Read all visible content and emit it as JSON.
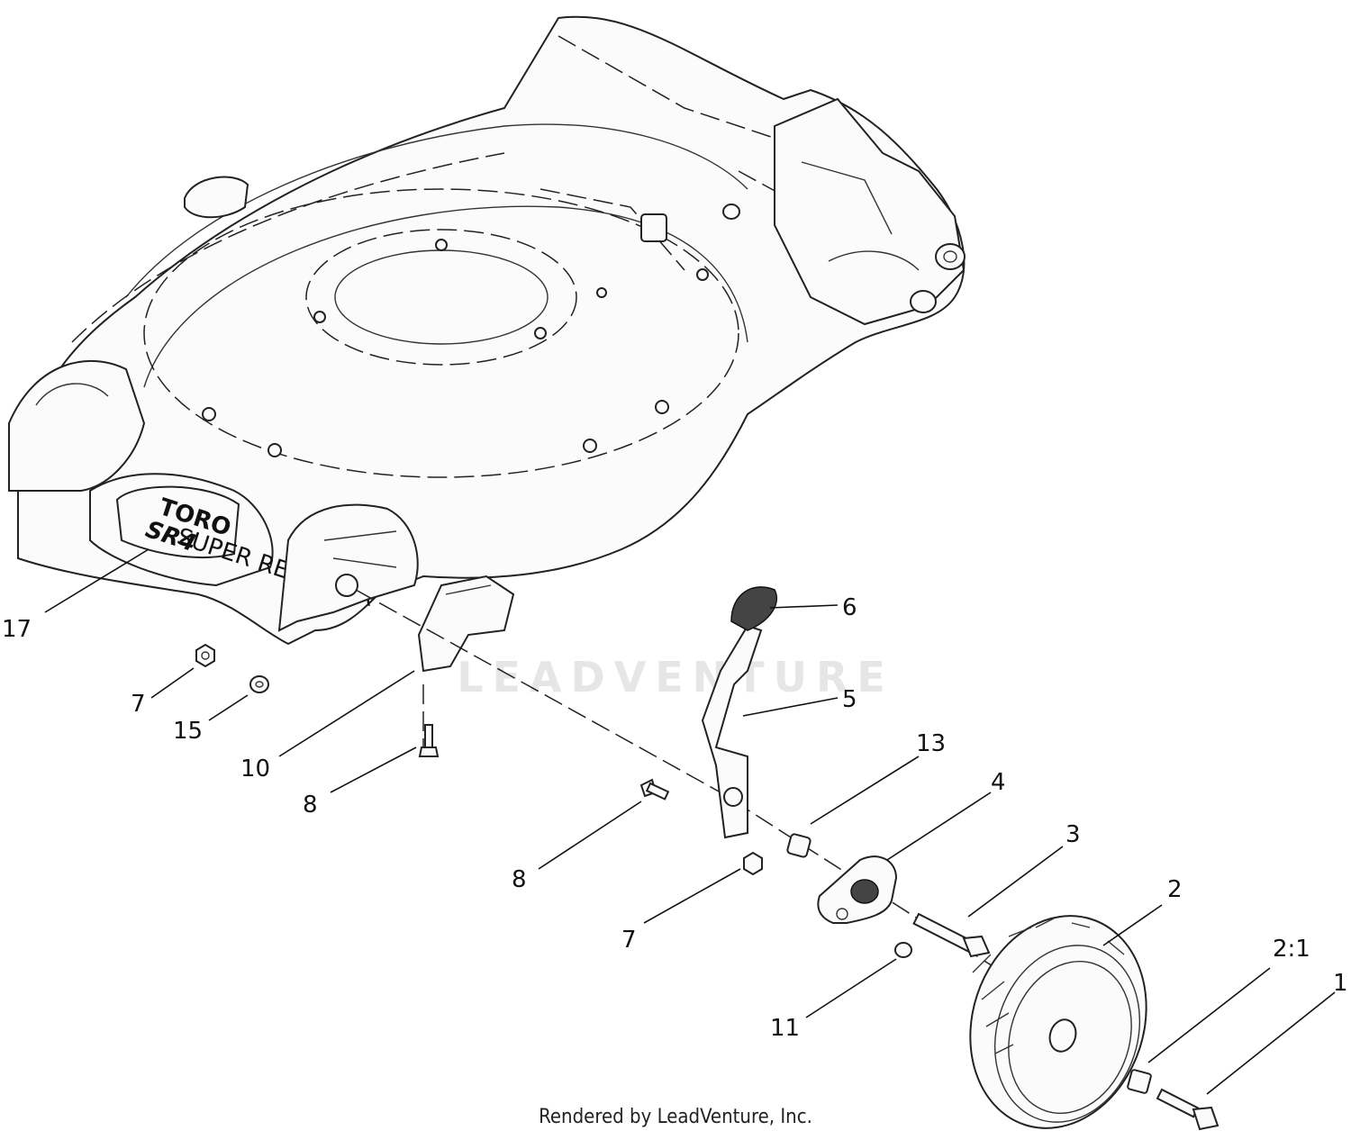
{
  "watermark": "LEADVENTURE",
  "credit": "Rendered by LeadVenture, Inc.",
  "deck_markings": {
    "brand": "TORO",
    "model": "SR4",
    "model_sub": "SUPER RECYCLER"
  },
  "callouts": [
    {
      "id": "c17",
      "label": "17"
    },
    {
      "id": "c6",
      "label": "6"
    },
    {
      "id": "c5",
      "label": "5"
    },
    {
      "id": "c7a",
      "label": "7"
    },
    {
      "id": "c15",
      "label": "15"
    },
    {
      "id": "c10",
      "label": "10"
    },
    {
      "id": "c13",
      "label": "13"
    },
    {
      "id": "c8a",
      "label": "8"
    },
    {
      "id": "c4",
      "label": "4"
    },
    {
      "id": "c3",
      "label": "3"
    },
    {
      "id": "c8b",
      "label": "8"
    },
    {
      "id": "c2",
      "label": "2"
    },
    {
      "id": "c7b",
      "label": "7"
    },
    {
      "id": "c21",
      "label": "2:1"
    },
    {
      "id": "c1",
      "label": "1"
    },
    {
      "id": "c11",
      "label": "11"
    }
  ]
}
